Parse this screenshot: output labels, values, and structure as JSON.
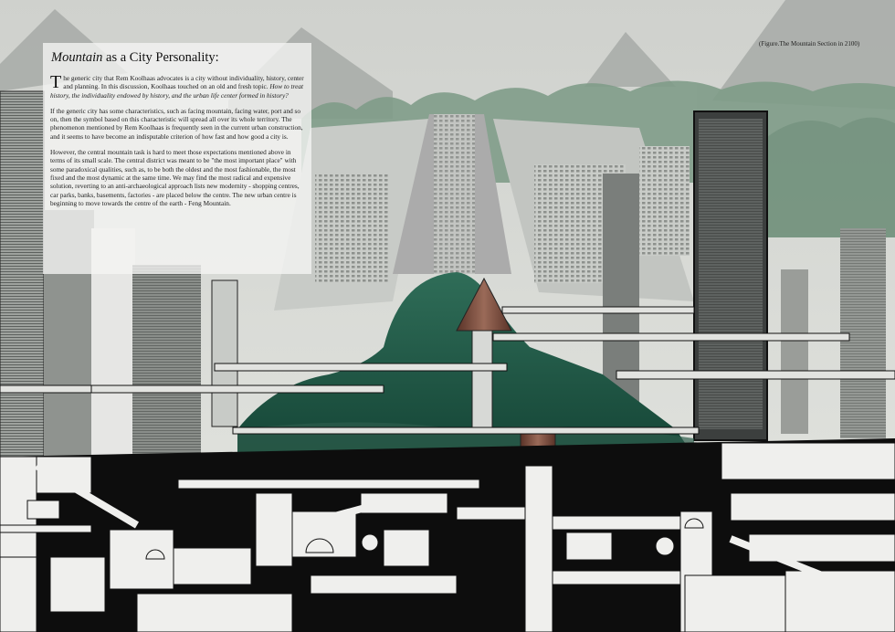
{
  "caption": "(Figure.The Mountain Section in 2100)",
  "panel": {
    "title_italic": "Mountain",
    "title_rest": " as a City Personality:",
    "p1_dropcap": "T",
    "p1_text": "he generic city that Rem Koolhaas advocates is a city without individuality, history, center and planning. In this discussion, Koolhaas touched on an old and fresh topic.",
    "p1_italic": " How to treat history, the individuality endowed by history, and the urban life center formed in history?",
    "p2": "If the generic city has some characteristics, such as facing mountain, facing water, port and so on, then the symbol based on this characteristic will spread all over its whole territory. The phenomenon mentioned by Rem Koolhaas is frequently seen in the current urban construction, and it seems to have become an indisputable criterion of how fast and how good a city is.",
    "p3": "However, the central mountain task is hard to meet those expectations mentioned above in terms of its small scale. The central district was meant to be \"the most important place\" with some paradoxical qualities, such as, to be both the oldest and the most fashionable, the most fixed and the most dynamic at the same time. We may find the most radical and expensive solution, reverting to an anti-archaeological approach lists new modernity - shopping centres, car parks, banks, basements, factories - are placed below the centre. The new urban centre is beginning to move towards the centre of the earth - Feng Mountain."
  },
  "colors": {
    "sky": "#d6d8d3",
    "mountain_far": "#9a9d9a",
    "trees": "#6f8f7a",
    "mountain_green": "#1f5a48",
    "ground": "#0d0d0d",
    "building_light": "#e9e9e7",
    "building_mid": "#b9bcb8",
    "building_dark": "#4a4c4b",
    "copper": "#7a4a3a"
  }
}
